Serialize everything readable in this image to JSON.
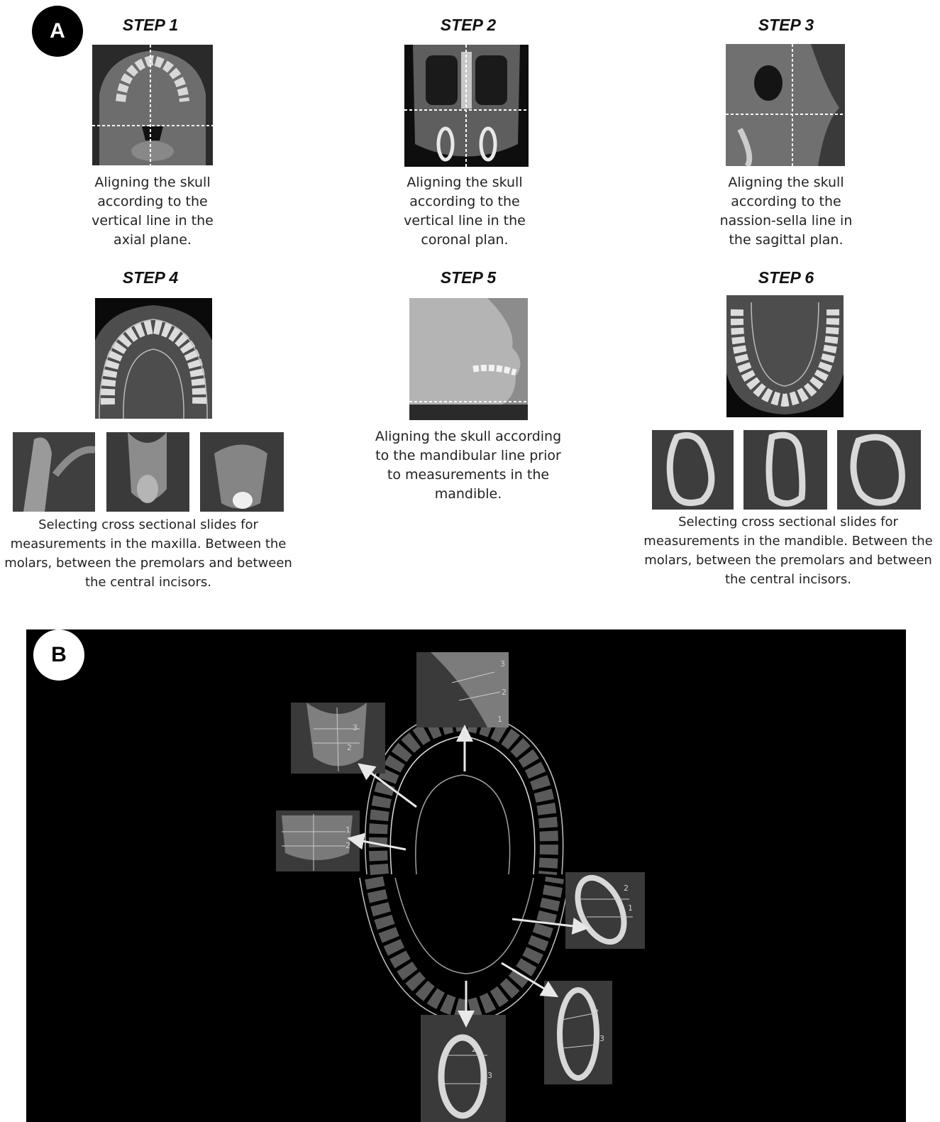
{
  "panel_a": {
    "label": "A",
    "steps": [
      {
        "title": "STEP 1",
        "caption": [
          "Aligning the skull",
          "according to the",
          "vertical line in the",
          "axial plane."
        ]
      },
      {
        "title": "STEP 2",
        "caption": [
          "Aligning the skull",
          "according to the",
          "vertical line in the",
          "coronal plan."
        ]
      },
      {
        "title": "STEP 3",
        "caption": [
          "Aligning the skull",
          "according to the",
          "nassion-sella line in",
          "the sagittal plan."
        ]
      },
      {
        "title": "STEP 4",
        "caption": [
          "Selecting cross sectional slides for",
          "measurements in the maxilla. Between the",
          "molars, between the premolars and between",
          "the central incisors."
        ]
      },
      {
        "title": "STEP 5",
        "caption": [
          "Aligning the skull according",
          "to the mandibular line prior",
          "to measurements in the",
          "mandible."
        ]
      },
      {
        "title": "STEP 6",
        "caption": [
          "Selecting cross sectional slides for",
          "measurements in the mandible. Between the",
          "molars, between the premolars and between",
          "the central incisors."
        ]
      }
    ]
  },
  "panel_b": {
    "label": "B",
    "marker_labels": [
      "1",
      "2",
      "3"
    ]
  }
}
